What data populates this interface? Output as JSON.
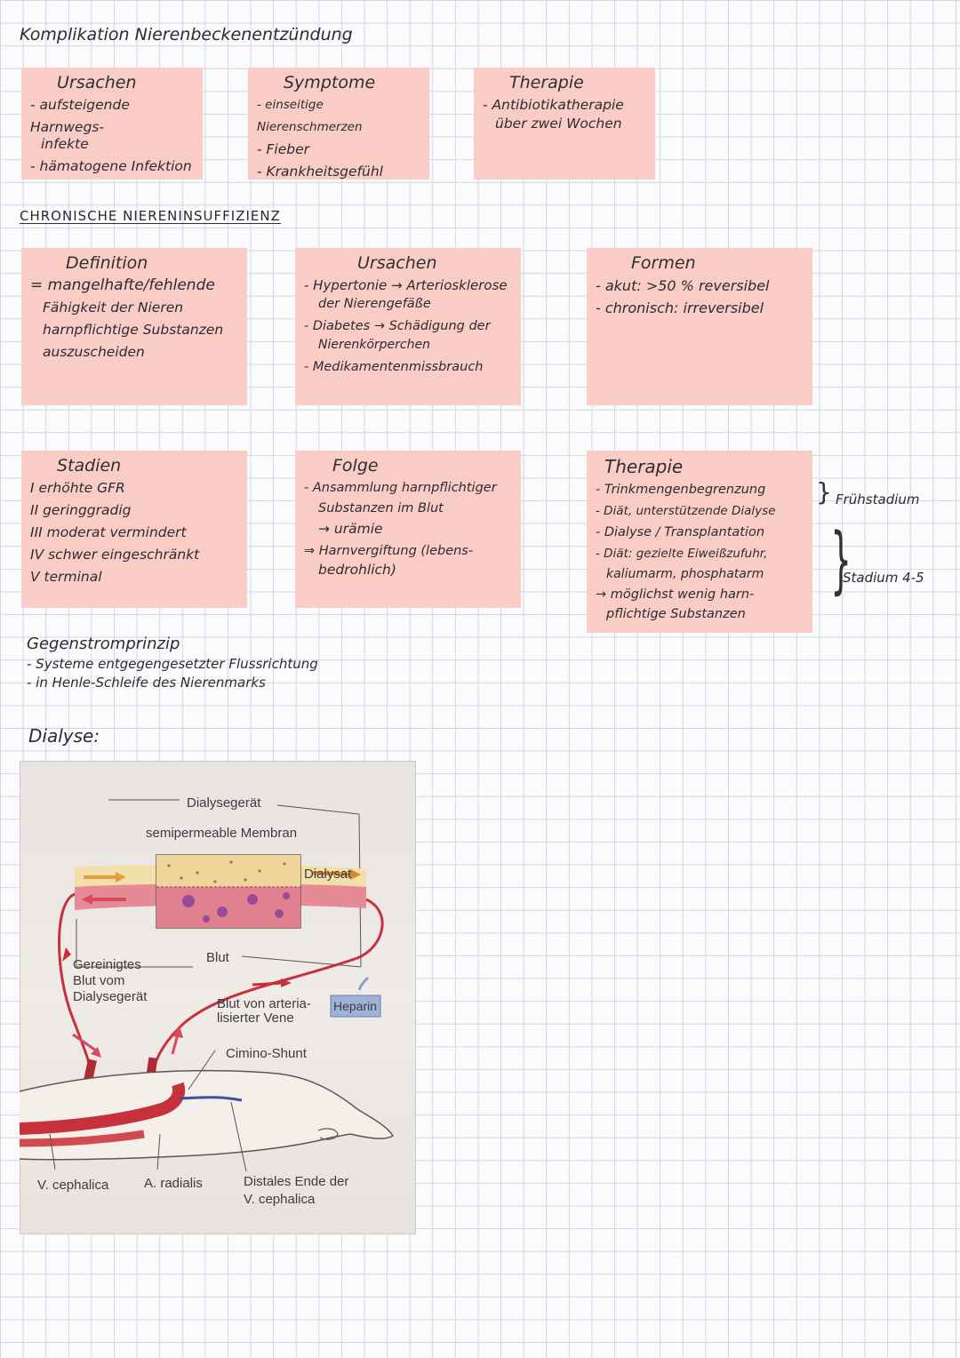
{
  "section1": {
    "title": "Komplikation Nierenbeckenentzündung",
    "boxes": [
      {
        "heading": "Ursachen",
        "items": [
          "- aufsteigende Harnwegs-",
          "  infekte",
          "- hämatogene Infektion"
        ]
      },
      {
        "heading": "Symptome",
        "items": [
          "- einseitige Nierenschmerzen",
          "- Fieber",
          "- Krankheitsgefühl"
        ]
      },
      {
        "heading": "Therapie",
        "items": [
          "- Antibiotikatherapie",
          "  über zwei Wochen"
        ]
      }
    ]
  },
  "section2": {
    "title": "CHRONISCHE NIERENINSUFFIZIENZ",
    "definition": {
      "heading": "Definition",
      "items": [
        "= mangelhafte/fehlende",
        "  Fähigkeit der Nieren",
        "  harnpflichtige Substanzen",
        "  auszuscheiden"
      ]
    },
    "ursachen": {
      "heading": "Ursachen",
      "items": [
        "- Hypertonie → Arteriosklerose",
        "  der Nierengefäße",
        "- Diabetes → Schädigung der",
        "  Nierenkörperchen",
        "- Medikamentenmissbrauch"
      ]
    },
    "formen": {
      "heading": "Formen",
      "items": [
        "- akut:  >50 % reversibel",
        "- chronisch: irreversibel"
      ]
    },
    "stadien": {
      "heading": "Stadien",
      "items": [
        "I  erhöhte GFR",
        "II  geringgradig",
        "III moderat vermindert",
        "IV schwer eingeschränkt",
        "V  terminal"
      ]
    },
    "folge": {
      "heading": "Folge",
      "items": [
        "- Ansammlung harnpflichtiger",
        "  Substanzen im Blut",
        "  → urämie",
        "⇒ Harnvergiftung (lebens-",
        "  bedrohlich)"
      ]
    },
    "therapie": {
      "heading": "Therapie",
      "items": [
        "- Trinkmengenbegrenzung",
        "- Diät, unterstützende Dialyse",
        "- Dialyse / Transplantation",
        "- Diät: gezielte Eiweißzufuhr,",
        "  kaliumarm, phosphatarm",
        "→ möglichst wenig harn-",
        "  pflichtige Substanzen"
      ]
    },
    "note_early": "Frühstadium",
    "note_late": "Stadium 4-5"
  },
  "gegenstrom": {
    "heading": "Gegenstromprinzip",
    "items": [
      "- Systeme entgegengesetzter Flussrichtung",
      "- in Henle-Schleife des Nierenmarks"
    ]
  },
  "dialyse": {
    "heading": "Dialyse:",
    "figure": {
      "dialysegeraet": "Dialysegerät",
      "membran": "semipermeable Membran",
      "dialysat": "Dialysat",
      "blut": "Blut",
      "gereinigt_1": "Gereinigtes",
      "gereinigt_2": "Blut vom",
      "gereinigt_3": "Dialysegerät",
      "blut_vene_1": "Blut von arteria-",
      "blut_vene_2": "lisierter Vene",
      "heparin": "Heparin",
      "shunt": "Cimino-Shunt",
      "v_cephalica": "V. cephalica",
      "a_radialis": "A. radialis",
      "distal_1": "Distales Ende der",
      "distal_2": "V. cephalica"
    }
  },
  "colors": {
    "box": "#f9cdc6",
    "grid": "#d4d6de",
    "blood": "#c7313c",
    "dialysate": "#f3dfa8"
  }
}
